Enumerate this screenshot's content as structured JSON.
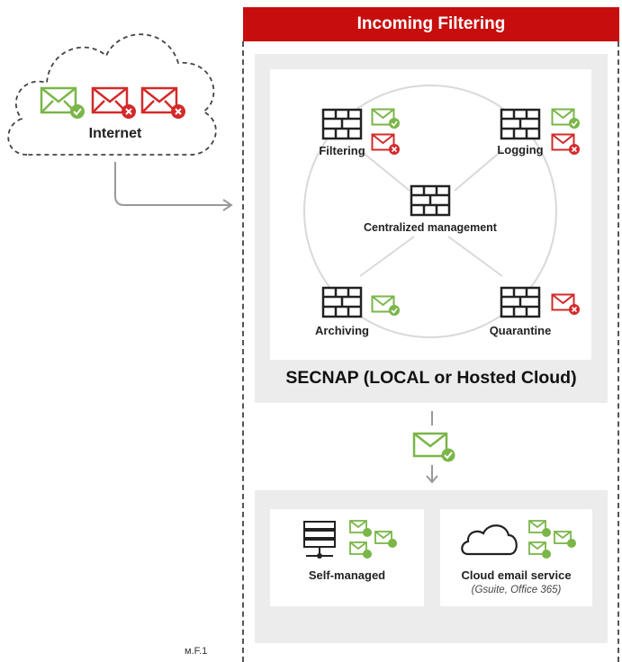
{
  "header": {
    "title": "Incoming Filtering"
  },
  "cloud": {
    "label": "Internet"
  },
  "nodes": {
    "filtering": "Filtering",
    "logging": "Logging",
    "central": "Centralized management",
    "archiving": "Archiving",
    "quarantine": "Quarantine"
  },
  "secnap": {
    "title": "SECNAP (LOCAL or Hosted Cloud)"
  },
  "destinations": {
    "self_managed": {
      "label": "Self-managed"
    },
    "cloud_email": {
      "label": "Cloud email service",
      "sub": "(Gsuite, Office 365)"
    }
  },
  "stray_text": "ᴍ.F.1",
  "colors": {
    "accent_red": "#c80d0d",
    "ok_green": "#7ab648",
    "reject_red": "#d32a2a"
  },
  "icons": [
    "envelope-ok-icon",
    "envelope-reject-icon",
    "firewall-icon",
    "server-icon",
    "cloud-icon"
  ]
}
